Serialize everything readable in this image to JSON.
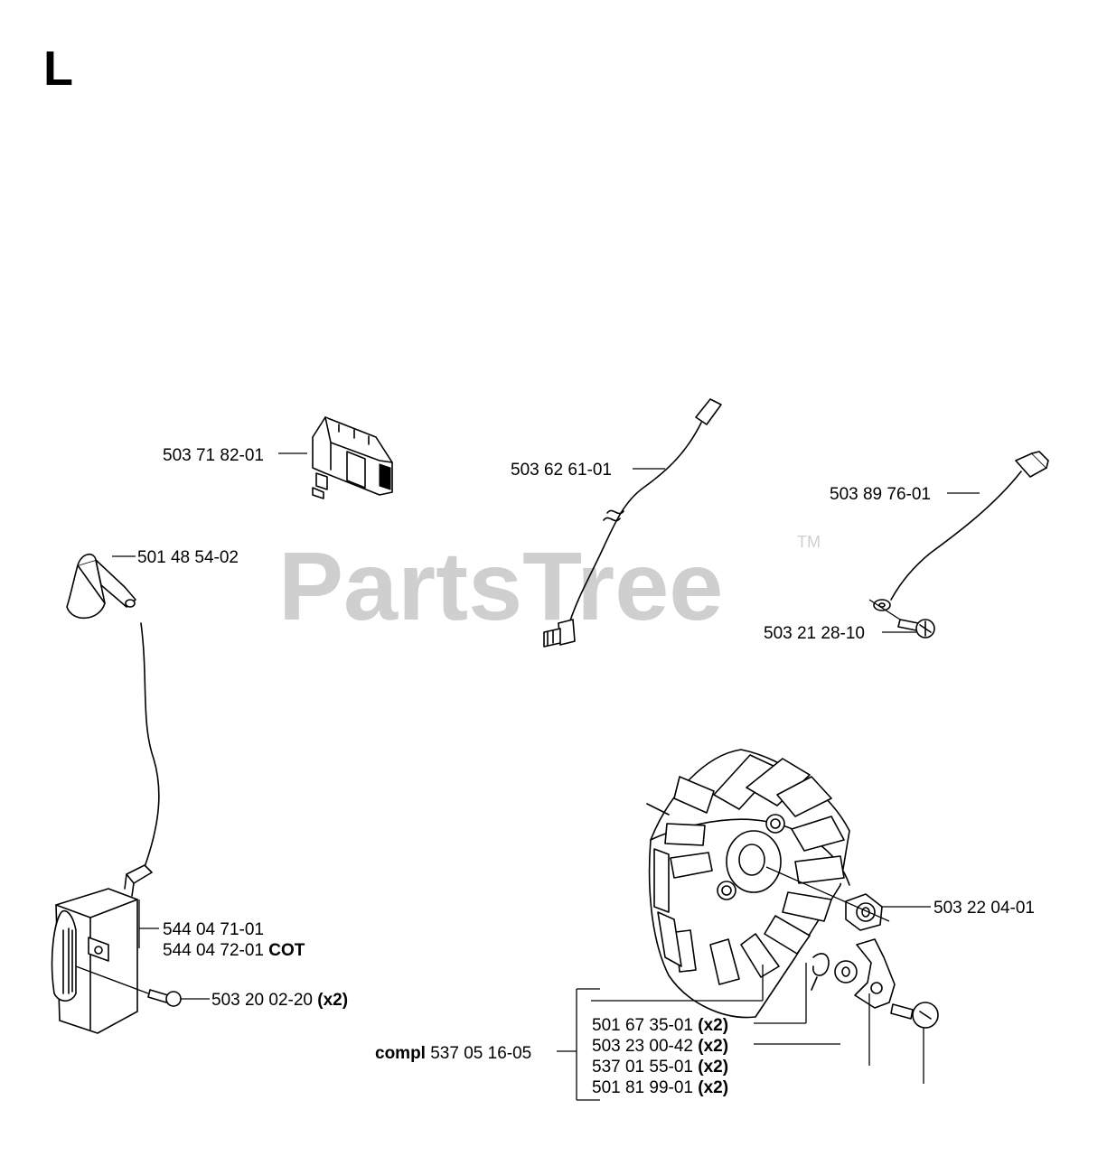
{
  "section_letter": "L",
  "watermark": {
    "text": "PartsTree",
    "tm": "TM"
  },
  "parts": {
    "switch": "503 71 82-01",
    "cable": "503 62 61-01",
    "short_cable": "503 89 76-01",
    "spark_cap": "501 48 54-02",
    "cable_screw": "503 21 28-10",
    "module_a": "544 04 71-01",
    "module_b": "544 04 72-01",
    "module_b_suffix": "COT",
    "module_screw": "503 20 02-20",
    "module_screw_qty": "(x2)",
    "flywheel_nut": "503 22 04-01",
    "compl_prefix": "compl",
    "compl_number": "537 05 16-05",
    "kit": [
      {
        "number": "501 67 35-01",
        "qty": "(x2)"
      },
      {
        "number": "503 23 00-42",
        "qty": "(x2)"
      },
      {
        "number": "537 01 55-01",
        "qty": "(x2)"
      },
      {
        "number": "501 81 99-01",
        "qty": "(x2)"
      }
    ]
  }
}
